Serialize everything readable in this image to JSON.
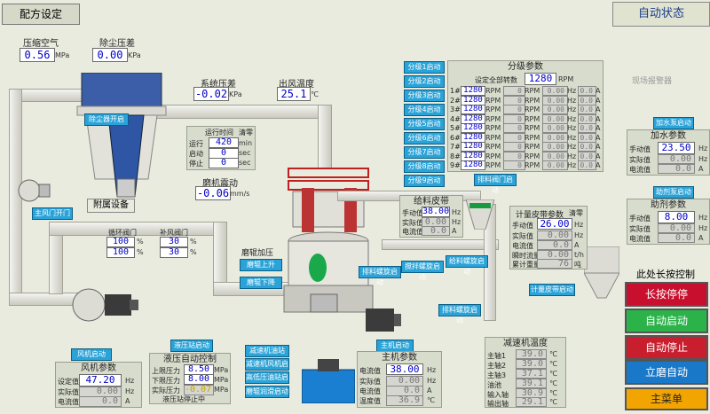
{
  "header": {
    "title": "配方设定",
    "mode": "自动状态",
    "alarm_label": "现场报警器"
  },
  "compressed_air": {
    "label": "压缩空气",
    "value": "0.56",
    "unit": "MPa"
  },
  "dust_diff": {
    "label": "除尘压差",
    "value": "0.00",
    "unit": "KPa"
  },
  "system_diff": {
    "label": "系统压差",
    "value": "-0.02",
    "unit": "KPa"
  },
  "outlet_temp": {
    "label": "出风温度",
    "value": "25.1",
    "unit": "℃"
  },
  "run_time": {
    "title": "运行时间",
    "clear": "清零",
    "rows": [
      {
        "label": "运行",
        "value": "420",
        "unit": "min"
      },
      {
        "label": "启动",
        "value": "0",
        "unit": "sec"
      },
      {
        "label": "停止",
        "value": "0",
        "unit": "sec"
      }
    ]
  },
  "vibration": {
    "label": "磨机震动",
    "value": "-0.06",
    "unit": "mm/s"
  },
  "equipment": {
    "dust_start": "除尘器开启",
    "attached": "附属设备",
    "main_fan_open": "主风门开门"
  },
  "valves": {
    "cycle_label": "循环阀门",
    "supply_label": "补风阀门",
    "cycle_v1": "100",
    "cycle_v2": "100",
    "supply_v1": "30",
    "supply_v2": "30",
    "unit": "%"
  },
  "grind": {
    "title": "磨辊加压",
    "up": "磨辊上升",
    "down": "磨辊下降"
  },
  "fan": {
    "start": "风机启动",
    "title": "风机参数",
    "set_label": "设定值",
    "set_value": "47.20",
    "actual_label": "实际值",
    "actual_value": "0.00",
    "current_label": "电流值",
    "current_value": "0.0",
    "hz": "Hz",
    "a": "A"
  },
  "hydraulic": {
    "start": "液压站启动",
    "title": "液压自动控制",
    "upper_label": "上限压力",
    "upper_value": "8.50",
    "lower_label": "下限压力",
    "lower_value": "8.00",
    "actual_label": "实际压力",
    "actual_value": "-0.07",
    "unit": "MPa",
    "status": "液压站停止中"
  },
  "stations": {
    "b1": "减速机油站",
    "b2": "减速机风机启动",
    "b3": "高低压油站启动",
    "b4": "磨辊润滑启动"
  },
  "main_motor": {
    "start": "主机启动",
    "title": "主机参数",
    "rows": [
      {
        "label": "电流值",
        "value": "38.00",
        "unit": "Hz"
      },
      {
        "label": "实际值",
        "value": "0.00",
        "unit": "Hz"
      },
      {
        "label": "电流值",
        "value": "0.0",
        "unit": "A"
      },
      {
        "label": "温度值",
        "value": "36.9",
        "unit": "℃"
      }
    ]
  },
  "reducer": {
    "title": "减速机温度",
    "rows": [
      {
        "label": "主轴1",
        "value": "39.0"
      },
      {
        "label": "主轴2",
        "value": "39.0"
      },
      {
        "label": "主轴3",
        "value": "37.1"
      },
      {
        "label": "油池",
        "value": "39.1"
      },
      {
        "label": "输入轴",
        "value": "30.9"
      },
      {
        "label": "输出轴",
        "value": "29.1"
      }
    ],
    "unit": "℃"
  },
  "classifier": {
    "title": "分级参数",
    "setall_label": "设定全部转数",
    "setall_value": "1280",
    "rpm": "RPM",
    "hz": "Hz",
    "a": "A",
    "buttons": [
      "分级1启动",
      "分级2启动",
      "分级3启动",
      "分级4启动",
      "分级5启动",
      "分级6启动",
      "分级7启动",
      "分级8启动",
      "分级9启动"
    ],
    "rows": [
      {
        "id": "1#",
        "set": "1280",
        "rpm": "0",
        "hz": "0.00",
        "a": "0.0"
      },
      {
        "id": "2#",
        "set": "1280",
        "rpm": "0",
        "hz": "0.00",
        "a": "0.0"
      },
      {
        "id": "3#",
        "set": "1280",
        "rpm": "0",
        "hz": "0.00",
        "a": "0.0"
      },
      {
        "id": "4#",
        "set": "1280",
        "rpm": "0",
        "hz": "0.00",
        "a": "0.0"
      },
      {
        "id": "5#",
        "set": "1280",
        "rpm": "0",
        "hz": "0.00",
        "a": "0.0"
      },
      {
        "id": "6#",
        "set": "1280",
        "rpm": "0",
        "hz": "0.00",
        "a": "0.0"
      },
      {
        "id": "7#",
        "set": "1280",
        "rpm": "0",
        "hz": "0.00",
        "a": "0.0"
      },
      {
        "id": "8#",
        "set": "1280",
        "rpm": "0",
        "hz": "0.00",
        "a": "0.0"
      },
      {
        "id": "9#",
        "set": "1280",
        "rpm": "0",
        "hz": "0.00",
        "a": "0.0"
      }
    ]
  },
  "discharge": {
    "start": "排料阀门启动"
  },
  "feeder": {
    "title": "给料皮带",
    "rows": [
      {
        "label": "手动值",
        "value": "38.00",
        "unit": "Hz"
      },
      {
        "label": "实际值",
        "value": "0.00",
        "unit": "Hz"
      },
      {
        "label": "电流值",
        "value": "0.0",
        "unit": "A"
      }
    ]
  },
  "screw": {
    "b1": "排料螺旋启动",
    "b2": "搅拌螺旋启动",
    "b3": "给料螺旋启动",
    "b4": "排料螺旋启动"
  },
  "metering": {
    "title": "计量皮带参数",
    "clear": "清零",
    "rows": [
      {
        "label": "手动值",
        "value": "26.00",
        "unit": "Hz"
      },
      {
        "label": "实际值",
        "value": "0.00",
        "unit": "Hz"
      },
      {
        "label": "电流值",
        "value": "0.0",
        "unit": "A"
      },
      {
        "label": "瞬时流量",
        "value": "0.00",
        "unit": "t/h"
      },
      {
        "label": "累计重量",
        "value": "76",
        "unit": "吨"
      }
    ],
    "start": "计量皮带启动"
  },
  "water": {
    "start": "加水泵启动",
    "title": "加水参数",
    "rows": [
      {
        "label": "手动值",
        "value": "23.50",
        "unit": "Hz"
      },
      {
        "label": "实际值",
        "value": "0.00",
        "unit": "Hz"
      },
      {
        "label": "电流值",
        "value": "0.0",
        "unit": "A"
      }
    ]
  },
  "additive": {
    "start": "助剂泵启动",
    "title": "助剂参数",
    "rows": [
      {
        "label": "手动值",
        "value": "8.00",
        "unit": "Hz"
      },
      {
        "label": "实际值",
        "value": "0.00",
        "unit": "Hz"
      },
      {
        "label": "电流值",
        "value": "0.0",
        "unit": "A"
      }
    ]
  },
  "control": {
    "title": "此处长按控制",
    "long_stop": "长按停停",
    "auto_start": "自动启动",
    "auto_stop": "自动停止",
    "mill_auto": "立磨自动",
    "main_menu": "主菜单"
  }
}
